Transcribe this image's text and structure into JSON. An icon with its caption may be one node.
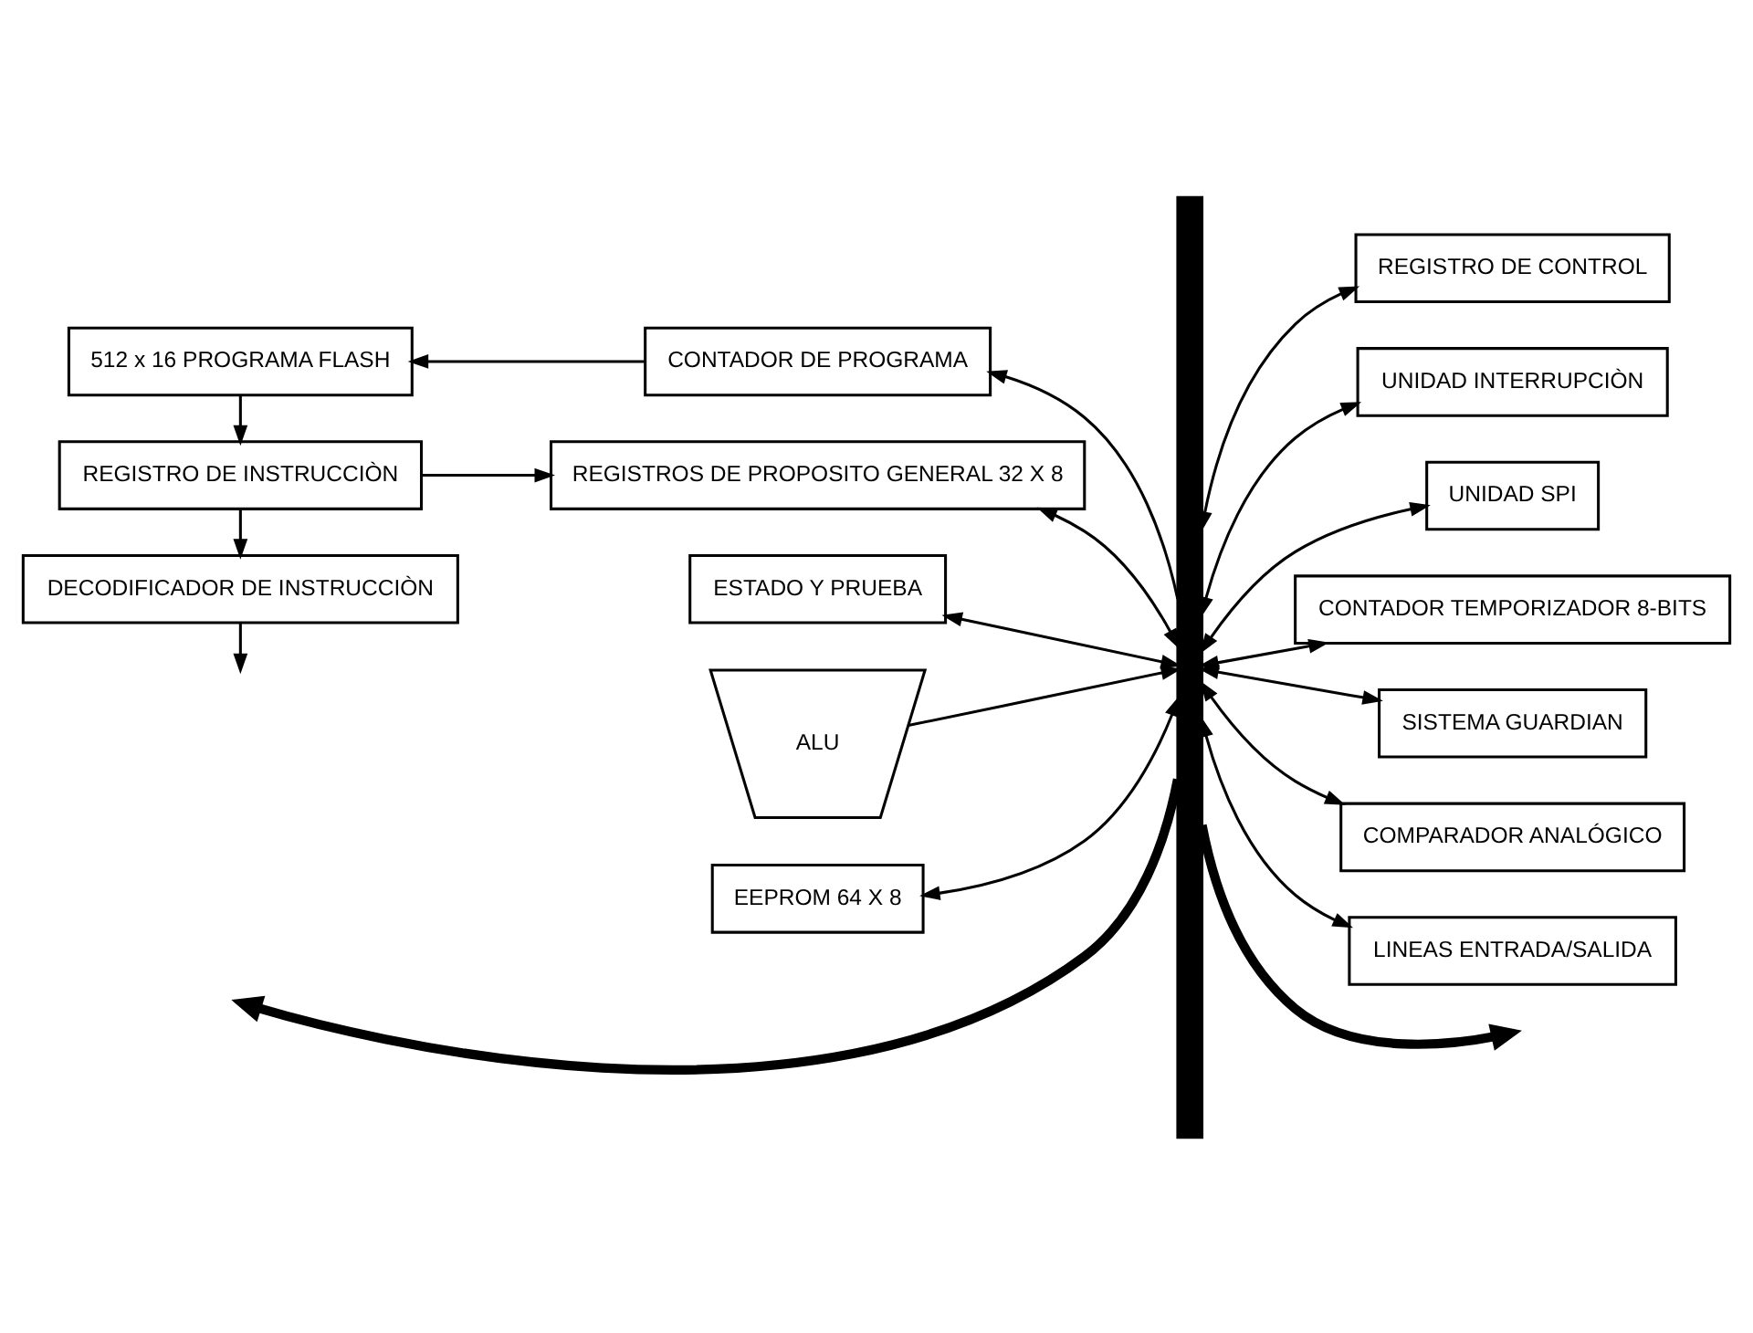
{
  "diagram": {
    "nodes": [
      {
        "text": [],
        "shape": "bar"
      },
      {
        "text": [
          "512 x 16 PROGRAMA FLASH"
        ]
      },
      {
        "text": [
          "CONTADOR DE PROGRAMA"
        ]
      },
      {
        "text": [
          "ESTADO Y PRUEBA"
        ]
      },
      {
        "text": [
          "REGISTRO DE CONTROL"
        ]
      },
      {
        "text": [
          "REGISTRO DE INSTRUCCIÒN"
        ]
      },
      {
        "text": [
          "UNIDAD INTERRUPCIÒN"
        ]
      },
      {
        "text": [
          "REGISTROS DE PROPOSITO GENERAL 32 X 8"
        ]
      },
      {
        "text": [
          "UNIDAD SPI"
        ]
      },
      {
        "text": [
          "DECODIFICADOR DE INSTRUCCIÒN"
        ]
      },
      {
        "text": [
          "CONTADOR TEMPORIZADOR 8-BITS"
        ]
      },
      {
        "text": [
          "ALU"
        ]
      },
      {
        "text": [
          "SISTEMA GUARDIAN"
        ]
      },
      {
        "text": [
          "EEPROM 64 X 8"
        ]
      },
      {
        "text": [
          "COMPARADOR ANALÓGICO"
        ]
      },
      {
        "text": [
          "LINEAS ENTRADA/SALIDA"
        ]
      }
    ],
    "edges": [
      {
        "from": 0,
        "to": null,
        "arrow": "to",
        "style": "thick"
      },
      {
        "from": 0,
        "to": 2,
        "arrow": "to"
      },
      {
        "from": 2,
        "to": 1,
        "arrow": "to"
      },
      {
        "from": 3,
        "to": 0,
        "arrow": "both"
      },
      {
        "from": 0,
        "to": 4,
        "arrow": "both"
      },
      {
        "from": 1,
        "to": 5,
        "arrow": "to"
      },
      {
        "from": 0,
        "to": 6,
        "arrow": "both"
      },
      {
        "from": 5,
        "to": 9,
        "arrow": "to"
      },
      {
        "from": 5,
        "to": 7,
        "arrow": "to"
      },
      {
        "from": 7,
        "to": 0,
        "arrow": "both"
      },
      {
        "from": 0,
        "to": 8,
        "arrow": "both"
      },
      {
        "from": 9,
        "to": null,
        "arrow": "to"
      },
      {
        "from": 0,
        "to": 10,
        "arrow": "both"
      },
      {
        "from": 0,
        "to": 12,
        "arrow": "both"
      },
      {
        "from": 11,
        "to": 0,
        "arrow": "to"
      },
      {
        "from": 13,
        "to": 0,
        "arrow": "both"
      },
      {
        "from": 0,
        "to": 14,
        "arrow": "both"
      },
      {
        "from": 0,
        "to": 15,
        "arrow": "both"
      },
      {
        "from": 0,
        "to": null,
        "arrow": "to",
        "style": "thick"
      }
    ]
  }
}
